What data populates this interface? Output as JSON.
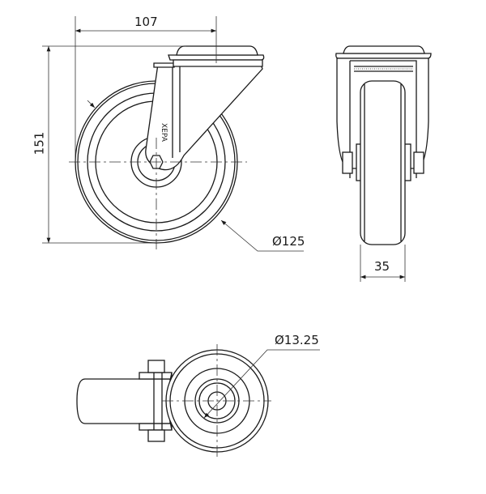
{
  "drawing": {
    "dimensions": {
      "width_offset": "107",
      "total_height": "151",
      "wheel_diameter": "Ø125",
      "wheel_width": "35",
      "bolt_hole_diameter": "Ø13.25"
    },
    "views": [
      "front-view",
      "side-view",
      "top-view"
    ],
    "logo_text": "XEPA"
  }
}
